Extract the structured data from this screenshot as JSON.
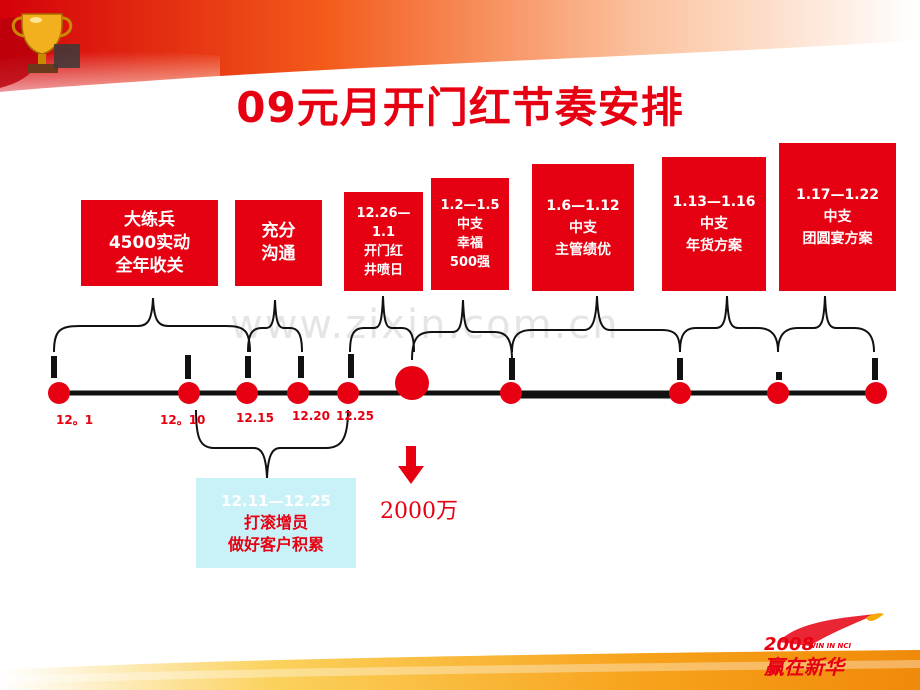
{
  "title": "09元月开门红节奏安排",
  "boxes": {
    "b1": [
      "大练兵",
      "4500实动",
      "全年收关"
    ],
    "b2": [
      "充分",
      "沟通"
    ],
    "b3": [
      "12.26—",
      "1.1",
      "开门红",
      "井喷日"
    ],
    "b4": [
      "1.2—1.5",
      "中支",
      "幸福",
      "500强"
    ],
    "b5": [
      "1.6—1.12",
      "中支",
      "主管绩优"
    ],
    "b6": [
      "1.13—1.16",
      "中支",
      "年货方案"
    ],
    "b7": [
      "1.17—1.22",
      "中支",
      "团圆宴方案"
    ]
  },
  "dates": [
    "12。1",
    "12。10",
    "12.15",
    "12.20",
    "12.25"
  ],
  "note": [
    "12.11—12.25",
    "打滚增员",
    "做好客户积累"
  ],
  "goal": "2000万",
  "watermark": "www.zixin.com.cn",
  "logo": {
    "year": "2008",
    "tagline": "WIN IN NCI",
    "slogan": "赢在新华"
  },
  "colors": {
    "red": "#e60012",
    "cyan": "#c9f2f8",
    "gold": "#f5a800"
  }
}
